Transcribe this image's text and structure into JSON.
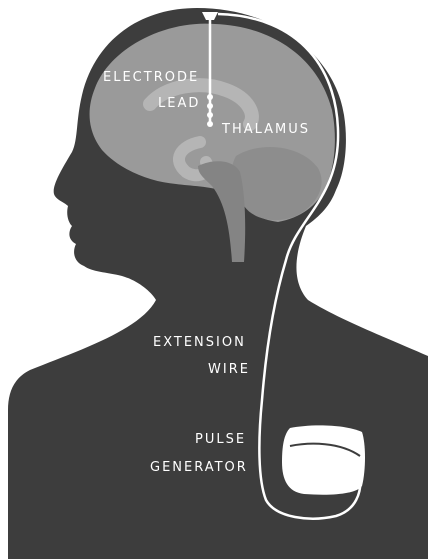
{
  "labels": {
    "electrode": "ELECTRODE",
    "lead": "LEAD",
    "thalamus": "THALAMUS",
    "extension_line1": "EXTENSION",
    "extension_line2": "WIRE",
    "pulse_line1": "PULSE",
    "pulse_line2": "GENERATOR"
  },
  "colors": {
    "background": "#ffffff",
    "body_silhouette": "#3d3d3d",
    "brain": "#9a9a9a",
    "brain_inner": "#b5b5b5",
    "wire": "#ffffff",
    "device": "#ffffff"
  }
}
